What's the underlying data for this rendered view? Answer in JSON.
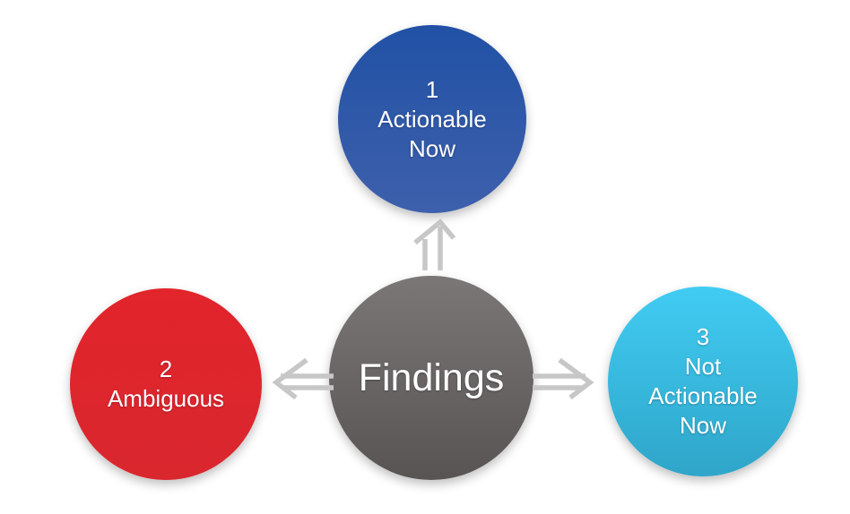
{
  "diagram": {
    "background": "#FFFFFF",
    "text_color": "#FFFFFF",
    "center": {
      "label": "Findings",
      "gradient": [
        "#7B7777",
        "#585454"
      ]
    },
    "nodes": {
      "top": {
        "number": "1",
        "lines": [
          "Actionable",
          "Now"
        ],
        "gradient": [
          "#2151A5",
          "#3E60AC"
        ]
      },
      "left": {
        "number": "2",
        "lines": [
          "Ambiguous"
        ],
        "gradient": [
          "#E2242B",
          "#D9272E"
        ]
      },
      "right": {
        "number": "3",
        "lines": [
          "Not",
          "Actionable",
          "Now"
        ],
        "gradient": [
          "#41CCF3",
          "#2FA5C9"
        ]
      }
    },
    "arrows": {
      "color": "#C7C7C7",
      "directions": [
        "up",
        "left",
        "right"
      ]
    }
  }
}
